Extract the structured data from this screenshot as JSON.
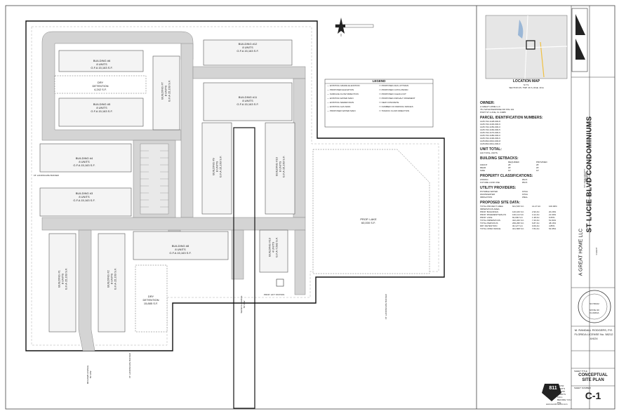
{
  "sheet": {
    "project": "ST LUCIE BLVD CONDOMINIUMS",
    "project_sub": [
      "ST LUCIE COUNTY",
      "FLORIDA"
    ],
    "client": "A GREAT HOME LLC",
    "engineer": "M. RANDALL RODGERS, P.E.",
    "license": "FLORIDA LICENSE No. 58212",
    "date": "4/4/24",
    "sheet_title_label": "SHEET TITLE",
    "sheet_title": [
      "CONCEPTUAL",
      "SITE PLAN"
    ],
    "sheet_number_label": "SHEET NUMBER",
    "sheet_number": "C-1",
    "location_map_title": "LOCATION MAP",
    "location_map_sub": [
      "N.T.S.",
      "SECTION 25, TWP. 36 S, RGE. 40 E"
    ],
    "label_project": "PROJECT",
    "label_client": "CLIENT",
    "seal_no": "NO 58212",
    "seal_state": [
      "STATE OF",
      "FLORIDA"
    ],
    "call_811": "811",
    "call_text": "KNOW WHAT'S BELOW. ALWAYS CALL BEFORE YOU DIG.",
    "call_site": "www.sunshine811.com"
  },
  "legend": {
    "title": "LEGEND",
    "items": [
      [
        "EXISTING GRADE ELEVATION",
        "PROPOSED ADA LOT/SIGN"
      ],
      [
        "PROPOSED ELEVATION",
        "PROPOSED CATCH BASIN"
      ],
      [
        "SURFACE FLOW DIRECTION",
        "PROPOSED CLEAN-OUT"
      ],
      [
        "EXISTING WATER MAIN",
        "PROPOSED ASPHALT PAVEMENT"
      ],
      [
        "EXISTING SEWER MAIN",
        "NEW CONCRETE"
      ],
      [
        "EXISTING GAS MAIN",
        "NUMBER OF PARKING SPACES"
      ],
      [
        "PROPOSED WATER MAIN",
        "TRAFFIC FLOW DIRECTION"
      ]
    ]
  },
  "notes": {
    "owner_title": "OWNER:",
    "owner_lines": [
      "A GREAT HOME LLC",
      "751 SW ENTERPRISE DR STE 101",
      "PORT ST LUCIE, FL 34986"
    ],
    "parcel_title": "PARCEL IDENTIFICATION NUMBERS:",
    "parcel_lines": [
      "1425-702-1128-000-8",
      "1425-702-1130-000-9",
      "1425-702-1150-000-0",
      "1425-702-1160-000-5",
      "1425-702-1170-000-6",
      "1425-702-1180-000-0",
      "1425-702-1190-000-6",
      "1425-802-0010-000-8",
      "1425-802-0011-000-0"
    ],
    "unit_title": "UNIT TOTAL:",
    "unit_value": "100 TOTAL UNITS",
    "setbacks_title": "BUILDING SETBACKS:",
    "setbacks_head": [
      "",
      "REQUIRED",
      "PROVIDED"
    ],
    "setbacks": [
      [
        "FRONT",
        "25'",
        "25'"
      ],
      [
        "REAR",
        "20'",
        "20'"
      ],
      [
        "SIDE",
        "10'",
        "10'"
      ]
    ],
    "class_title": "PROPERTY CLASSIFICATIONS:",
    "class_rows": [
      [
        "ZONING",
        "RM-5"
      ],
      [
        "FUTURE LAND USE",
        "RM-5"
      ]
    ],
    "util_title": "UTILITY PROVIDERS:",
    "util_rows": [
      [
        "POTABLE WATER",
        "FPUA"
      ],
      [
        "WASTEWATER",
        "FPUA"
      ],
      [
        "IRRIGATION",
        "WELL"
      ]
    ],
    "site_title": "PROPOSED SITE DATA:",
    "site_rows": [
      [
        "TOTAL PROJECT AREA",
        "621,515 S.F.",
        "14.27 AC",
        "100.00%"
      ],
      [
        "IMPERVIOUS AREA",
        "",
        "",
        ""
      ],
      [
        "PROP. BUILDINGS",
        "126,106 S.F.",
        "2.90 AC",
        "20.29%"
      ],
      [
        "PROP. PAVEMENT/WALKS",
        "136,114 S.F.",
        "3.12 AC",
        "21.90%"
      ],
      [
        "PROP. LAKE",
        "60,000 S.F.",
        "1.38 AC",
        "9.65%"
      ],
      [
        "TOTAL IMPERVIOUS",
        "322,220 S.F.",
        "7.40 AC",
        "51.84%"
      ],
      [
        "TOTAL PERVIOUS",
        "299,295 S.F.",
        "6.87 AC",
        "48.16%"
      ],
      [
        "DRY DETENTION",
        "30,127 S.F.",
        "0.69 AC",
        "4.85%"
      ],
      [
        "TOTAL OPEN SPACE",
        "341,508 S.F.",
        "7.84 AC",
        "54.95%"
      ]
    ]
  },
  "plan": {
    "buildings": [
      {
        "name": "BUILDING #1",
        "units": "8 UNITS",
        "gfa": "G.F.A 15,163 S.F."
      },
      {
        "name": "BUILDING #2",
        "units": "8 UNITS",
        "gfa": "G.F.A 15,163 S.F."
      },
      {
        "name": "BUILDING #3",
        "units": "8 UNITS",
        "gfa": "G.F.A 15,163 S.F."
      },
      {
        "name": "BUILDING #4",
        "units": "8 UNITS",
        "gfa": "G.F.A 15,163 S.F."
      },
      {
        "name": "BUILDING #5",
        "units": "8 UNITS",
        "gfa": "G.F.A 15,163 S.F."
      },
      {
        "name": "BUILDING #6",
        "units": "8 UNITS",
        "gfa": "G.F.A 15,163 S.F."
      },
      {
        "name": "BUILDING #7",
        "units": "8 UNITS",
        "gfa": "G.F.A 15,163 S.F."
      },
      {
        "name": "BUILDING #8",
        "units": "8 UNITS",
        "gfa": "G.F.A 15,163 S.F."
      },
      {
        "name": "BUILDING #9",
        "units": "8 UNITS",
        "gfa": "G.F.A 15,163 S.F."
      },
      {
        "name": "BUILDING #10",
        "units": "8 UNITS",
        "gfa": "G.F.A 15,163 S.F."
      },
      {
        "name": "BUILDING #11",
        "units": "8 UNITS",
        "gfa": "G.F.A 15,163 S.F."
      },
      {
        "name": "BUILDING #12",
        "units": "8 UNITS",
        "gfa": "G.F.A 15,163 S.F."
      },
      {
        "name": "BUILDING #13",
        "units": "4 UNITS",
        "gfa": "G.F.A 7,582 S.F."
      }
    ],
    "dry_detention_1": [
      "DRY",
      "DETENTION",
      "4,242 S.F."
    ],
    "dry_detention_2": [
      "DRY",
      "DETENTION",
      "15,885 S.F."
    ],
    "prop_lake": [
      "PROP. LAKE",
      "60,000 S.F."
    ],
    "landscape_buffer": "15' LANDSCAPE BUFFER",
    "lift_station": "PROP. LIFT STATION",
    "streets": [
      "SENECA AVENUE",
      "MOHAWK AVENUE"
    ],
    "street_row": "50' R/W"
  }
}
